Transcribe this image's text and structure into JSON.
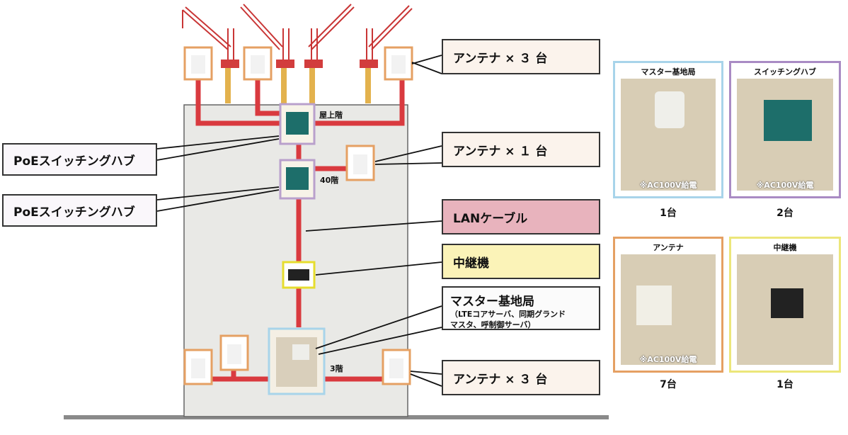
{
  "floors": {
    "roof": "屋上階",
    "f40": "40階",
    "f3": "3階"
  },
  "callouts": {
    "antenna_roof": "アンテナ × ３ 台",
    "antenna_40": "アンテナ × １ 台",
    "lan_cable": "LANケーブル",
    "relay": "中継機",
    "master_title": "マスター基地局",
    "master_sub_1": "（LTEコアサーバ、同期グランド",
    "master_sub_2": "マスタ、呼制御サーバ）",
    "antenna_3f": "アンテナ × ３ 台",
    "poe_1": "PoEスイッチングハブ",
    "poe_2": "PoEスイッチングハブ"
  },
  "equipment": [
    {
      "caption": "マスター基地局",
      "note": "※AC100V給電",
      "count": "1台",
      "border": "#a8d4ea"
    },
    {
      "caption": "スイッチングハブ",
      "note": "※AC100V給電",
      "count": "2台",
      "border": "#a98bc4"
    },
    {
      "caption": "アンテナ",
      "note": "※AC100V給電",
      "count": "7台",
      "border": "#e5a063"
    },
    {
      "caption": "中継機",
      "note": "",
      "count": "1台",
      "border": "#ece67a"
    }
  ],
  "colors": {
    "cable": "#d93a3f",
    "antenna_border": "#e5a063",
    "hub_border": "#b9a0cc",
    "relay_border": "#e6dd2e",
    "master_border": "#a8d4ea",
    "building": "#e9e9e6",
    "crane": "#d23d3d"
  }
}
